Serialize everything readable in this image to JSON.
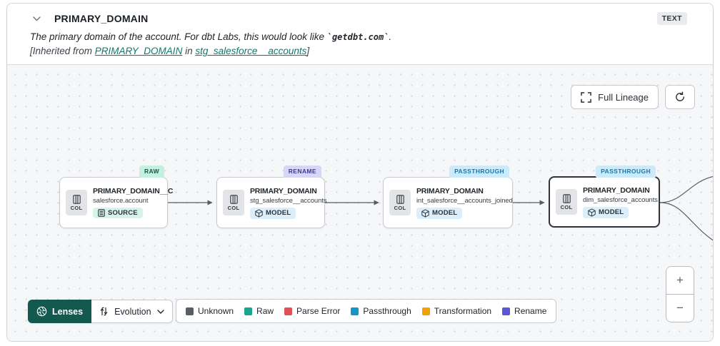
{
  "header": {
    "title": "PRIMARY_DOMAIN",
    "type_badge": "TEXT",
    "description_prefix": "The primary domain of the account. For dbt Labs, this would look like ",
    "description_code": "`getdbt.com`",
    "description_suffix": ".",
    "inherited_prefix": "[Inherited from ",
    "inherited_link_column": "PRIMARY_DOMAIN",
    "inherited_middle": " in ",
    "inherited_link_model": "stg_salesforce__accounts",
    "inherited_suffix": "]"
  },
  "canvas": {
    "full_lineage_label": "Full Lineage",
    "col_label": "COL",
    "nodes": [
      {
        "title": "PRIMARY_DOMAIN__C",
        "subtitle": "salesforce.account",
        "badge": "SOURCE",
        "tag": "RAW",
        "tag_bg": "#c4f0df",
        "tag_fg": "#19564b",
        "badge_bg": "#d6f3ea",
        "selected": false
      },
      {
        "title": "PRIMARY_DOMAIN",
        "subtitle": "stg_salesforce__accounts",
        "badge": "MODEL",
        "tag": "RENAME",
        "tag_bg": "#d7d6f8",
        "tag_fg": "#3b3b96",
        "badge_bg": "#dbeefa",
        "selected": false
      },
      {
        "title": "PRIMARY_DOMAIN",
        "subtitle": "int_salesforce__accounts_joined",
        "badge": "MODEL",
        "tag": "PASSTHROUGH",
        "tag_bg": "#cdeafa",
        "tag_fg": "#1779ab",
        "badge_bg": "#dbeefa",
        "selected": false
      },
      {
        "title": "PRIMARY_DOMAIN",
        "subtitle": "dim_salesforce_accounts",
        "badge": "MODEL",
        "tag": "PASSTHROUGH",
        "tag_bg": "#cdeafa",
        "tag_fg": "#1779ab",
        "badge_bg": "#dbeefa",
        "selected": true
      }
    ],
    "controls": {
      "lenses_label": "Lenses",
      "lens_mode_value": "Evolution"
    },
    "legend": [
      {
        "label": "Unknown",
        "color": "#5a5d62"
      },
      {
        "label": "Raw",
        "color": "#17a68c"
      },
      {
        "label": "Parse Error",
        "color": "#e25056"
      },
      {
        "label": "Passthrough",
        "color": "#1695c9"
      },
      {
        "label": "Transformation",
        "color": "#f0a202"
      },
      {
        "label": "Rename",
        "color": "#5a57d7"
      }
    ],
    "zoom_in_label": "+",
    "zoom_out_label": "−"
  },
  "icons": {
    "header_collapse": "chevron-down-icon",
    "full_lineage": "expand-icon",
    "refresh": "refresh-icon",
    "column_chip": "column-icon",
    "source_badge": "source-table-icon",
    "model_badge": "model-cube-icon",
    "lenses": "lens-aperture-icon",
    "lens_mode": "evolution-arrows-icon",
    "dropdown": "chevron-down-icon"
  },
  "palette": {
    "lenses_bg": "#14594f",
    "link_color": "#0b7a6d",
    "edge_color": "#565c63"
  }
}
